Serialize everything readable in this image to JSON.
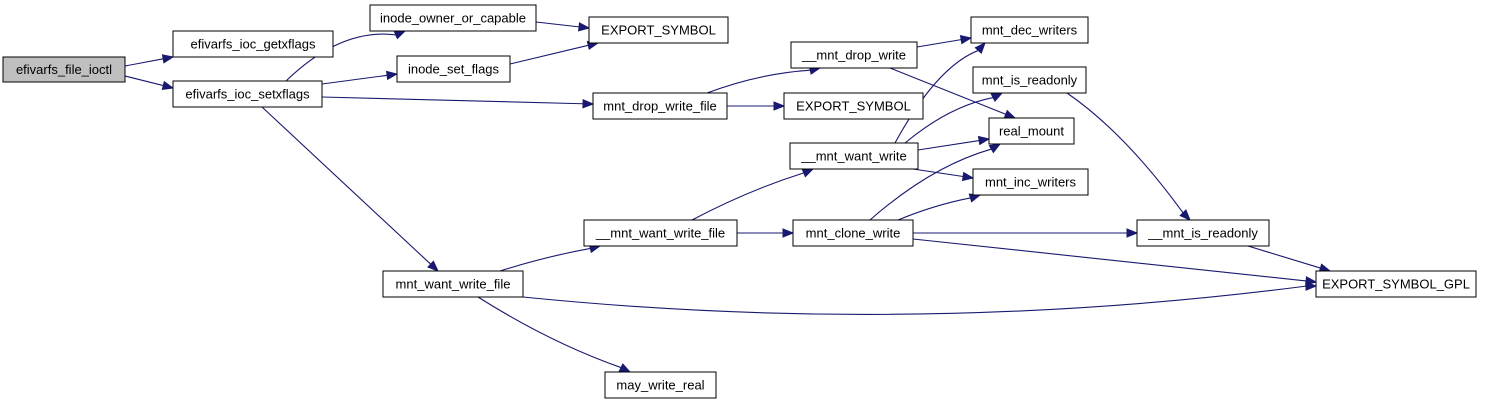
{
  "diagram": {
    "type": "call-graph",
    "colors": {
      "edge": "#191970",
      "root_fill": "#bfbfbf",
      "node_fill": "#ffffff",
      "node_border": "#000000"
    },
    "nodes": [
      {
        "id": "efivarfs_file_ioctl",
        "label": "efivarfs_file_ioctl",
        "root": true
      },
      {
        "id": "efivarfs_ioc_getxflags",
        "label": "efivarfs_ioc_getxflags"
      },
      {
        "id": "efivarfs_ioc_setxflags",
        "label": "efivarfs_ioc_setxflags"
      },
      {
        "id": "inode_owner_or_capable",
        "label": "inode_owner_or_capable"
      },
      {
        "id": "inode_set_flags",
        "label": "inode_set_flags"
      },
      {
        "id": "EXPORT_SYMBOL_1",
        "label": "EXPORT_SYMBOL"
      },
      {
        "id": "mnt_drop_write_file",
        "label": "mnt_drop_write_file"
      },
      {
        "id": "__mnt_drop_write",
        "label": "__mnt_drop_write"
      },
      {
        "id": "EXPORT_SYMBOL_2",
        "label": "EXPORT_SYMBOL"
      },
      {
        "id": "mnt_dec_writers",
        "label": "mnt_dec_writers"
      },
      {
        "id": "mnt_is_readonly",
        "label": "mnt_is_readonly"
      },
      {
        "id": "real_mount",
        "label": "real_mount"
      },
      {
        "id": "__mnt_want_write",
        "label": "__mnt_want_write"
      },
      {
        "id": "mnt_inc_writers",
        "label": "mnt_inc_writers"
      },
      {
        "id": "__mnt_want_write_file",
        "label": "__mnt_want_write_file"
      },
      {
        "id": "mnt_clone_write",
        "label": "mnt_clone_write"
      },
      {
        "id": "__mnt_is_readonly",
        "label": "__mnt_is_readonly"
      },
      {
        "id": "mnt_want_write_file",
        "label": "mnt_want_write_file"
      },
      {
        "id": "EXPORT_SYMBOL_GPL",
        "label": "EXPORT_SYMBOL_GPL"
      },
      {
        "id": "may_write_real",
        "label": "may_write_real"
      }
    ],
    "edges": [
      [
        "efivarfs_file_ioctl",
        "efivarfs_ioc_getxflags"
      ],
      [
        "efivarfs_file_ioctl",
        "efivarfs_ioc_setxflags"
      ],
      [
        "efivarfs_ioc_setxflags",
        "inode_owner_or_capable"
      ],
      [
        "efivarfs_ioc_setxflags",
        "inode_set_flags"
      ],
      [
        "efivarfs_ioc_setxflags",
        "mnt_drop_write_file"
      ],
      [
        "efivarfs_ioc_setxflags",
        "mnt_want_write_file"
      ],
      [
        "inode_owner_or_capable",
        "EXPORT_SYMBOL_1"
      ],
      [
        "inode_set_flags",
        "EXPORT_SYMBOL_1"
      ],
      [
        "mnt_drop_write_file",
        "__mnt_drop_write"
      ],
      [
        "mnt_drop_write_file",
        "EXPORT_SYMBOL_2"
      ],
      [
        "__mnt_drop_write",
        "mnt_dec_writers"
      ],
      [
        "__mnt_drop_write",
        "real_mount"
      ],
      [
        "__mnt_want_write",
        "mnt_dec_writers"
      ],
      [
        "__mnt_want_write",
        "mnt_is_readonly"
      ],
      [
        "__mnt_want_write",
        "real_mount"
      ],
      [
        "__mnt_want_write",
        "mnt_inc_writers"
      ],
      [
        "mnt_is_readonly",
        "__mnt_is_readonly"
      ],
      [
        "__mnt_want_write_file",
        "__mnt_want_write"
      ],
      [
        "__mnt_want_write_file",
        "mnt_clone_write"
      ],
      [
        "mnt_clone_write",
        "real_mount"
      ],
      [
        "mnt_clone_write",
        "mnt_inc_writers"
      ],
      [
        "mnt_clone_write",
        "__mnt_is_readonly"
      ],
      [
        "mnt_clone_write",
        "EXPORT_SYMBOL_GPL"
      ],
      [
        "__mnt_is_readonly",
        "EXPORT_SYMBOL_GPL"
      ],
      [
        "mnt_want_write_file",
        "__mnt_want_write_file"
      ],
      [
        "mnt_want_write_file",
        "EXPORT_SYMBOL_GPL"
      ],
      [
        "mnt_want_write_file",
        "may_write_real"
      ]
    ]
  }
}
